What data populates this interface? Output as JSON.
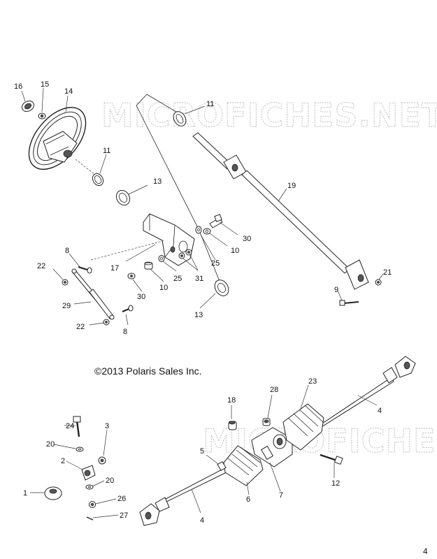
{
  "watermarks": [
    "MICROFICHES.NET",
    "MICROFICHES.NET"
  ],
  "copyright": "©2013 Polaris Sales Inc.",
  "page_number": "4",
  "callouts": {
    "c16": "16",
    "c15": "15",
    "c14": "14",
    "c11a": "11",
    "c11b": "11",
    "c13a": "13",
    "c13b": "13",
    "c19": "19",
    "c30a": "30",
    "c30b": "30",
    "c10a": "10",
    "c10b": "10",
    "c25a": "25",
    "c25b": "25",
    "c31": "31",
    "c8a": "8",
    "c8b": "8",
    "c17": "17",
    "c22a": "22",
    "c22b": "22",
    "c29": "29",
    "c9": "9",
    "c21": "21",
    "c18": "18",
    "c28": "28",
    "c23": "23",
    "c4a": "4",
    "c4b": "4",
    "c24": "24",
    "c3": "3",
    "c20a": "20",
    "c20b": "20",
    "c2": "2",
    "c5": "5",
    "c7": "7",
    "c6": "6",
    "c12": "12",
    "c1": "1",
    "c26": "26",
    "c27": "27"
  }
}
